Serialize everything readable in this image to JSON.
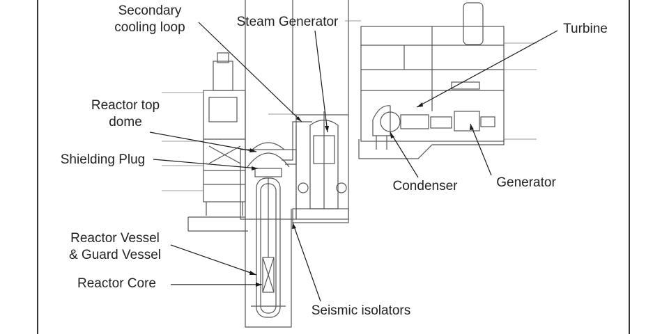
{
  "labels": {
    "secondary_cooling_loop": [
      "Secondary",
      "cooling loop"
    ],
    "steam_generator": "Steam Generator",
    "turbine": "Turbine",
    "reactor_top_dome": [
      "Reactor top",
      "dome"
    ],
    "shielding_plug": "Shielding Plug",
    "condenser": "Condenser",
    "generator": "Generator",
    "reactor_vessel_guard_vessel": [
      "Reactor Vessel",
      "& Guard Vessel"
    ],
    "reactor_core": "Reactor Core",
    "seismic_isolators": "Seismic isolators"
  },
  "colors": {
    "drawing": "#444444",
    "leader": "#1a1a1a",
    "text": "#222222"
  }
}
